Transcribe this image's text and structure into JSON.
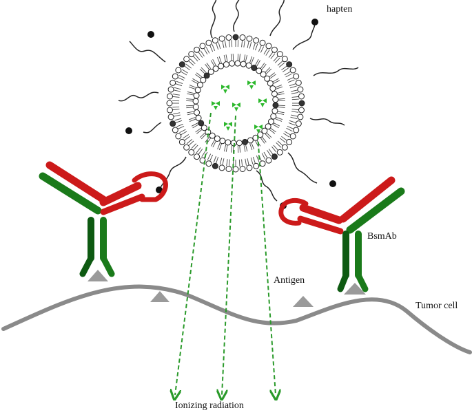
{
  "labels": {
    "hapten": "hapten",
    "bsmab": "BsmAb",
    "antigen": "Antigen",
    "tumor_cell": "Tumor cell",
    "ionizing_radiation": "Ionizing radiation"
  },
  "colors": {
    "antibody_red": "#cc1a1a",
    "antibody_green": "#1a7a1a",
    "antibody_dark_green": "#0e5a12",
    "membrane_gray": "#8a8a8a",
    "antigen_gray": "#9a9a9a",
    "radionuclide_green": "#2db82d",
    "radiation_arrow": "#2a9a2a",
    "hapten_black": "#111111"
  }
}
